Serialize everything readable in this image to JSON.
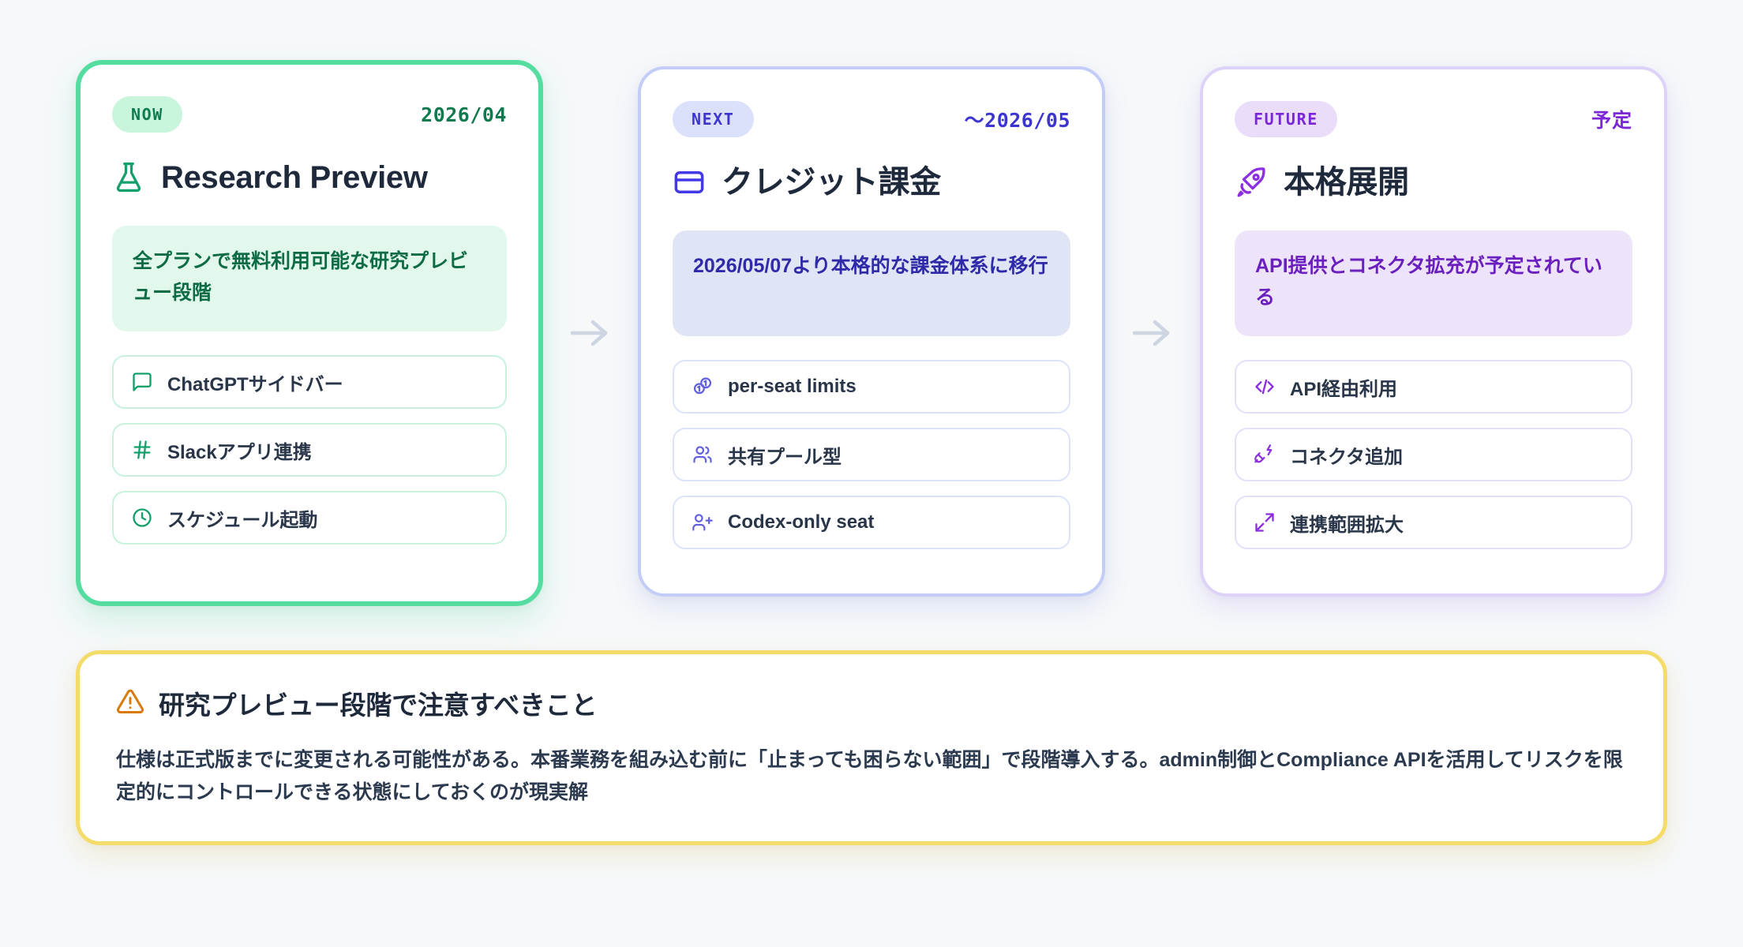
{
  "page": {
    "background_color": "#f6f8fa"
  },
  "timeline": {
    "arrow_between_1_2": "arrow-right-icon",
    "arrow_between_2_3": "arrow-right-icon",
    "cards": [
      {
        "stage": "now",
        "badge": "NOW",
        "date": "2026/04",
        "icon": "flask-icon",
        "title": "Research Preview",
        "highlight": "全プランで無料利用可能な研究プレビュー段階",
        "accent_color": "#55dda0",
        "text_color": "#0f7a4e",
        "features": [
          {
            "icon": "message-square-icon",
            "label": "ChatGPTサイドバー"
          },
          {
            "icon": "hash-icon",
            "label": "Slackアプリ連携"
          },
          {
            "icon": "clock-icon",
            "label": "スケジュール起動"
          }
        ]
      },
      {
        "stage": "next",
        "badge": "NEXT",
        "date": "〜2026/05",
        "icon": "credit-card-icon",
        "title": "クレジット課金",
        "highlight": "2026/05/07より本格的な課金体系に移行",
        "accent_color": "#c3cdf8",
        "text_color": "#3d35cf",
        "features": [
          {
            "icon": "coins-icon",
            "label": "per-seat limits"
          },
          {
            "icon": "users-icon",
            "label": "共有プール型"
          },
          {
            "icon": "user-plus-icon",
            "label": "Codex-only seat"
          }
        ]
      },
      {
        "stage": "future",
        "badge": "FUTURE",
        "date": "予定",
        "icon": "rocket-icon",
        "title": "本格展開",
        "highlight": "API提供とコネクタ拡充が予定されている",
        "accent_color": "#ddd2f7",
        "text_color": "#7b27d6",
        "features": [
          {
            "icon": "code-icon",
            "label": "API経由利用"
          },
          {
            "icon": "plug-zap-icon",
            "label": "コネクタ追加"
          },
          {
            "icon": "maximize-icon",
            "label": "連携範囲拡大"
          }
        ]
      }
    ]
  },
  "warning": {
    "icon": "alert-triangle-icon",
    "title": "研究プレビュー段階で注意すべきこと",
    "body": "仕様は正式版までに変更される可能性がある。本番業務を組み込む前に「止まっても困らない範囲」で段階導入する。admin制御とCompliance APIを活用してリスクを限定的にコントロールできる状態にしておくのが現実解",
    "border_color": "#f5dc6a",
    "icon_color": "#d97b0a"
  }
}
